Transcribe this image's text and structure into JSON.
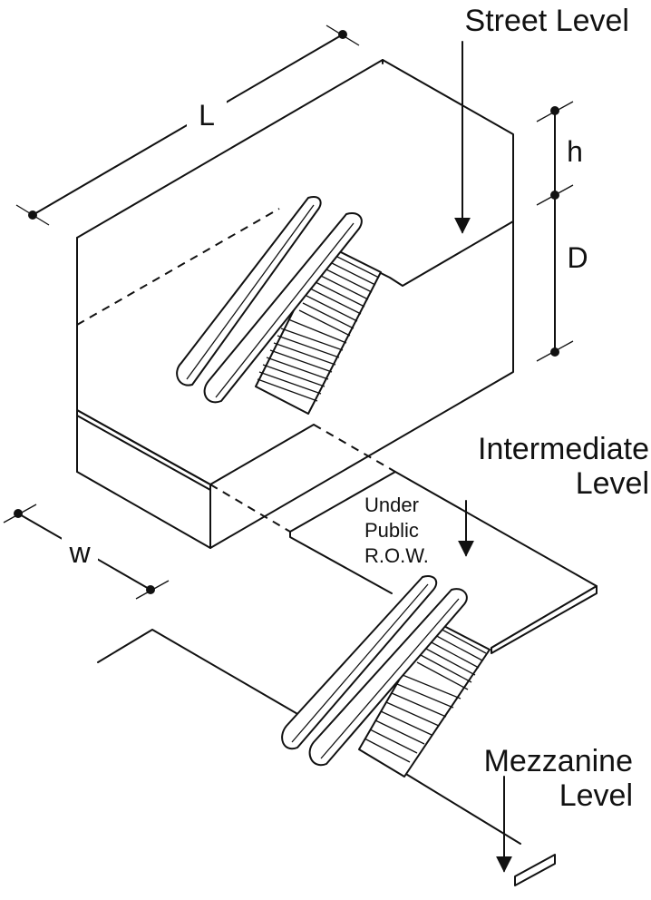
{
  "labels": {
    "street_level": "Street Level",
    "intermediate_level_line1": "Intermediate",
    "intermediate_level_line2": "Level",
    "mezzanine_level_line1": "Mezzanine",
    "mezzanine_level_line2": "Level",
    "under_row_line1": "Under",
    "under_row_line2": "Public",
    "under_row_line3": "R.O.W."
  },
  "dimensions": {
    "length": "L",
    "width": "w",
    "height": "h",
    "depth": "D"
  }
}
